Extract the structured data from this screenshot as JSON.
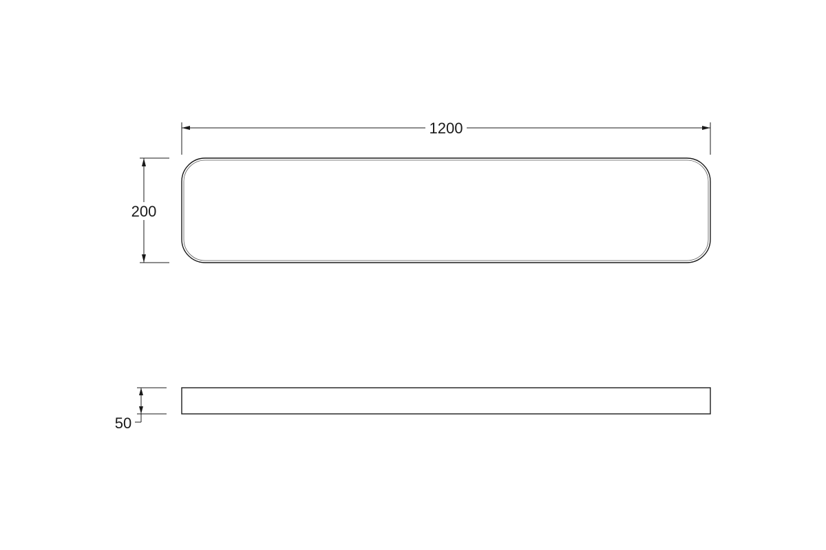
{
  "drawing": {
    "top_view": {
      "width_label": "1200",
      "height_label": "200"
    },
    "side_view": {
      "thickness_label": "50"
    }
  }
}
